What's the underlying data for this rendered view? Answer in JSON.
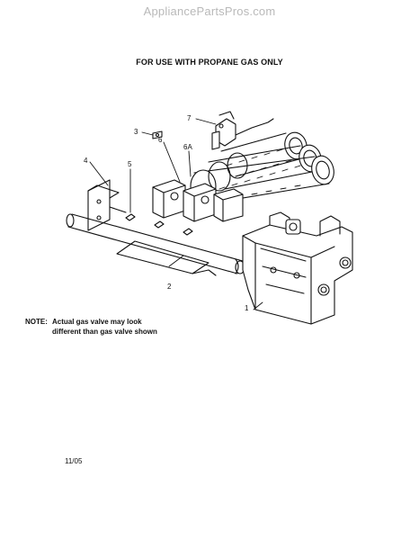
{
  "watermark": "AppliancePartsPros.com",
  "title": "FOR USE WITH PROPANE GAS ONLY",
  "note": {
    "label": "NOTE:",
    "line1": "Actual gas valve may look",
    "line2": "different than gas valve shown"
  },
  "date": "11/05",
  "callouts": {
    "c1": "1",
    "c2": "2",
    "c3": "3",
    "c4": "4",
    "c5": "5",
    "c6": "6",
    "c6a": "6A",
    "c7": "7"
  }
}
